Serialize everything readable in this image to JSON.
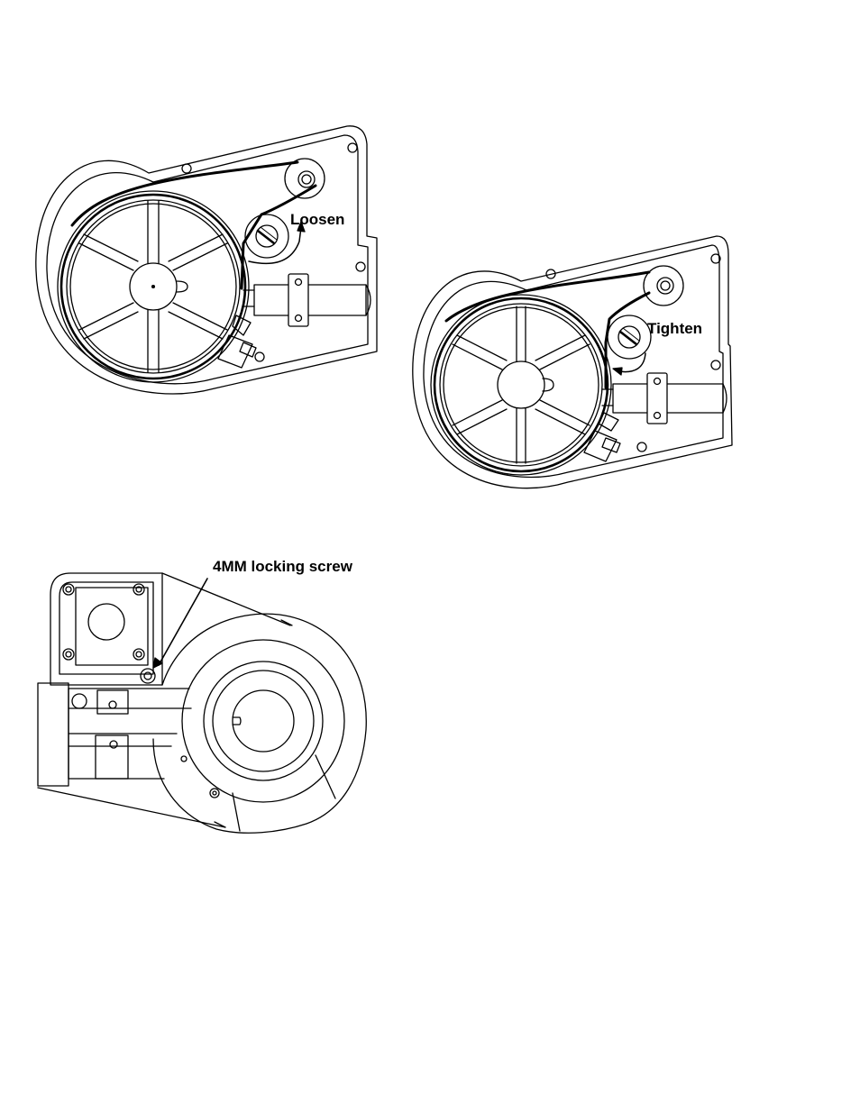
{
  "labels": {
    "loosen": "Loosen",
    "tighten": "Tighten",
    "locking_screw": "4MM locking screw"
  }
}
